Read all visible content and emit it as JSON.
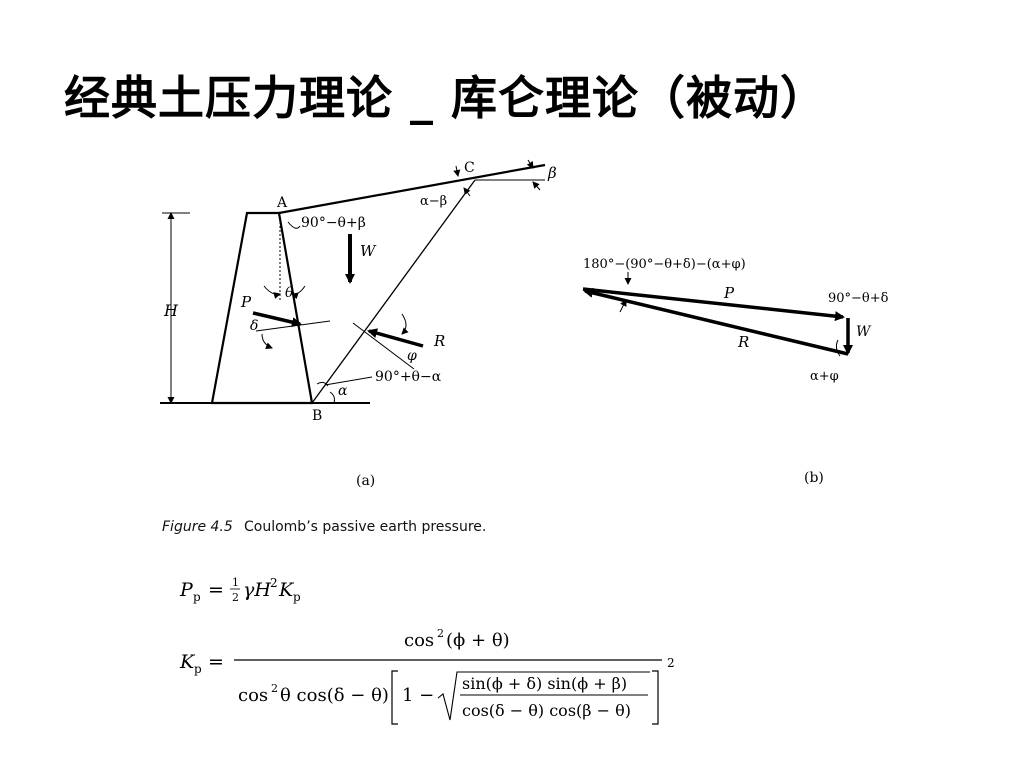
{
  "slide": {
    "title": "经典土压力理论 _ 库仑理论（被动）"
  },
  "figure_a": {
    "point_A": "A",
    "point_B": "B",
    "point_C": "C",
    "height": "H",
    "force_P": "P",
    "force_W": "W",
    "force_R": "R",
    "angle_delta": "δ",
    "angle_theta": "θ",
    "angle_phi": "φ",
    "angle_alpha": "α",
    "angle_beta": "β",
    "angle_alpha_minus_beta": "α−β",
    "angle_top": "90°−θ+β",
    "angle_bottom": "90°+θ−α",
    "panel_label": "(a)"
  },
  "figure_b": {
    "angle_top_left": "180°−(90°−θ+δ)−(α+φ)",
    "angle_right": "90°−θ+δ",
    "angle_bottom": "α+φ",
    "force_P": "P",
    "force_W": "W",
    "force_R": "R",
    "panel_label": "(b)"
  },
  "caption": {
    "figure_number": "Figure 4.5",
    "text": "Coulomb’s passive earth pressure."
  },
  "equations": {
    "pp": "Pp = ½γH²Kp",
    "kp_numerator": "cos²(φ + θ)",
    "kp_denominator": "cos² θ cos(δ − θ) [1 − √(sin(φ + δ) sin(φ + β) / cos(δ − θ) cos(β − θ))]²"
  }
}
